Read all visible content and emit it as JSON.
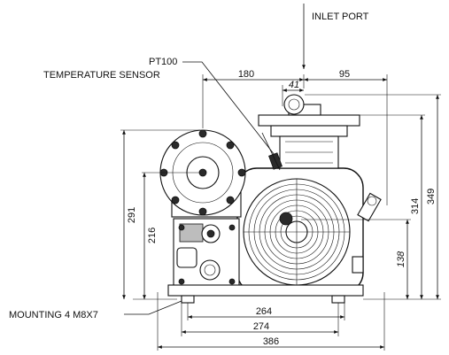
{
  "callouts": {
    "inlet_port": "INLET PORT",
    "sensor_line1": "PT100",
    "sensor_line2": "TEMPERATURE SENSOR",
    "mounting": "MOUNTING 4 M8X7"
  },
  "dimensions": {
    "d180": "180",
    "d95": "95",
    "d41": "41",
    "d291": "291",
    "d216": "216",
    "d314": "314",
    "d349": "349",
    "d138": "138",
    "d264": "264",
    "d274": "274",
    "d386": "386"
  },
  "colors": {
    "ink": "#111111",
    "fill_dark": "#2a2a2a",
    "fill_grey": "#bdbdbd"
  }
}
